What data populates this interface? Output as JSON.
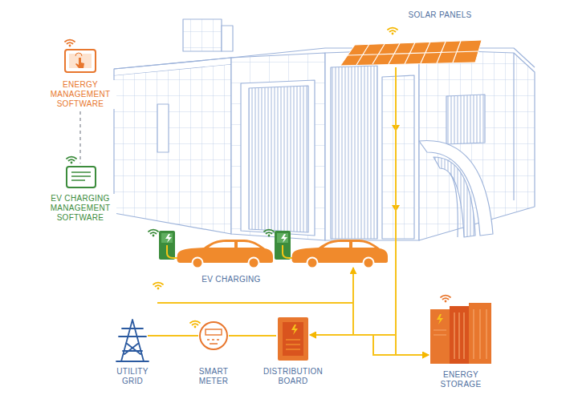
{
  "diagram": {
    "nodes": [
      {
        "text": [
          "ENERGY MANAGEMENT SOFTWARE"
        ]
      },
      {
        "text": [
          "EV CHARGING MANAGEMENT SOFTWARE"
        ]
      },
      {
        "text": [
          "SOLAR PANELS"
        ]
      },
      {
        "text": [
          "EV CHARGING"
        ]
      },
      {
        "text": [
          "UTILITY GRID"
        ]
      },
      {
        "text": [
          "SMART METER"
        ]
      },
      {
        "text": [
          "DISTRIBUTION BOARD"
        ]
      },
      {
        "text": [
          "ENERGY STORAGE"
        ]
      }
    ],
    "edges": [
      {
        "from": 0,
        "to": 1,
        "arrow": "none"
      },
      {
        "from": 2,
        "to": 6,
        "arrow": "to"
      },
      {
        "from": 2,
        "to": 7,
        "arrow": "to"
      },
      {
        "from": 4,
        "to": 5,
        "arrow": "none"
      },
      {
        "from": 5,
        "to": 6,
        "arrow": "none"
      },
      {
        "from": 6,
        "to": 3,
        "arrow": "to"
      },
      {
        "from": 6,
        "to": 7,
        "arrow": "both"
      }
    ]
  }
}
